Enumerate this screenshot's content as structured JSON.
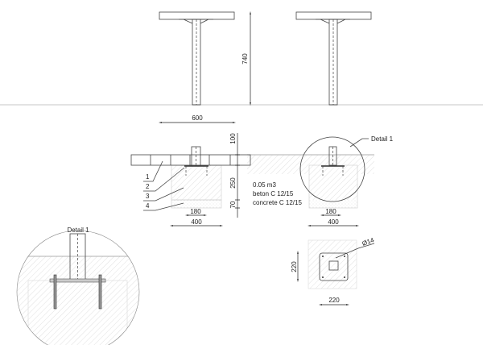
{
  "drawing": {
    "dimensions": {
      "height_total": "740",
      "paving_width": "600",
      "paving_depth": "100",
      "concrete_depth": "250",
      "gravel_depth": "70",
      "plate_width": "180",
      "foundation_width": "400",
      "plate_plan_height": "220",
      "plate_plan_width": "220",
      "hole_diameter": "Ø14"
    },
    "labels": {
      "item_1": "1",
      "item_2": "2",
      "item_3": "3",
      "item_4": "4",
      "detail_callout": "Detail 1",
      "detail_title": "Detail 1"
    },
    "concrete_note": {
      "volume": "0.05 m3",
      "beton": "beton C 12/15",
      "concrete": "concrete C 12/15"
    }
  }
}
